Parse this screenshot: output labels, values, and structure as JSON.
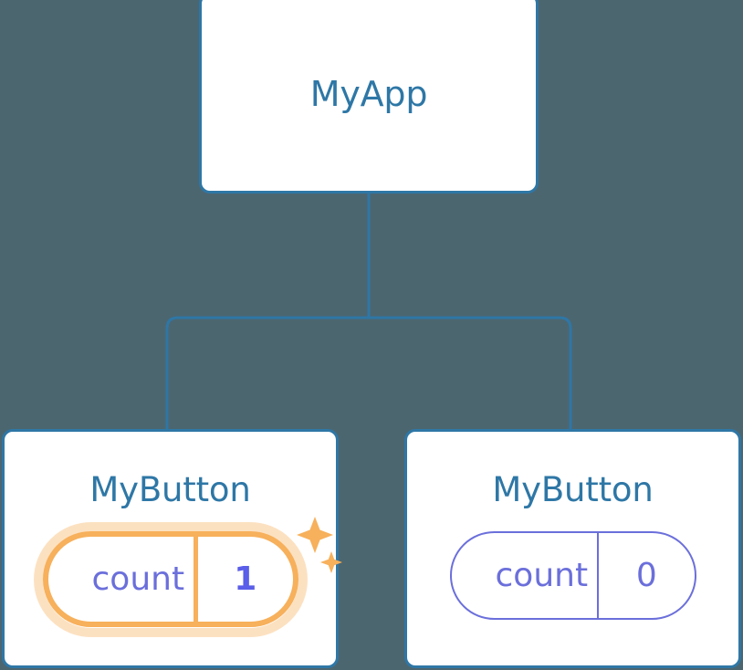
{
  "diagram": {
    "type": "component-tree",
    "background_color": "#4c6670",
    "node_border_color": "#2e77a6",
    "node_label_color": "#2e77a6",
    "connector_color": "#2e77a6",
    "state_color": "#6b6fdb",
    "highlight_color": "#f7b05b",
    "highlight_glow_color": "#fbd9a9",
    "highlight_value_color": "#5a5ee8",
    "root": {
      "label": "MyApp"
    },
    "children": [
      {
        "label": "MyButton",
        "state": {
          "key": "count",
          "value": "1"
        },
        "highlighted": true,
        "sparkle_count": 2
      },
      {
        "label": "MyButton",
        "state": {
          "key": "count",
          "value": "0"
        },
        "highlighted": false,
        "sparkle_count": 0
      }
    ]
  }
}
